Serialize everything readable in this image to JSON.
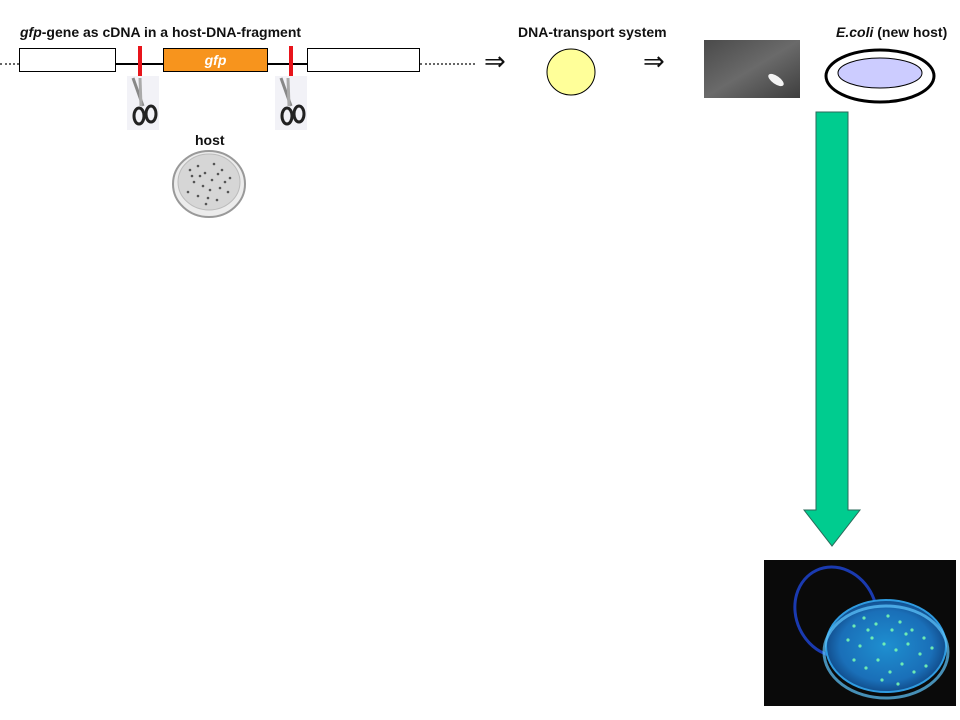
{
  "title_gfp_italic": "gfp",
  "title_gfp_rest": "-gene as cDNA in a host-DNA-fragment",
  "gfp_box_label": "gfp",
  "host_label": "host",
  "transport_label": "DNA-transport system",
  "ecoli_italic": "E.coli",
  "ecoli_rest": " (new host)",
  "arrow_symbol": "⇒",
  "colors": {
    "gfp_box": "#f7941d",
    "cut_mark": "#e8141b",
    "transport_circle": "#ffff99",
    "ecoli_fill": "#ccccff",
    "big_arrow": "#00cc8f"
  }
}
